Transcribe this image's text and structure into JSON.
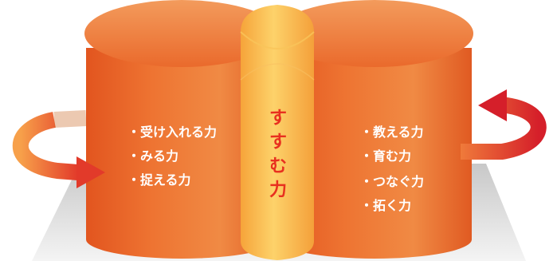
{
  "left_cylinder": {
    "items": [
      "・受け入れる力",
      "・みる力",
      "・捉える力"
    ]
  },
  "right_cylinder": {
    "items": [
      "・教える力",
      "・育む力",
      "・つなぐ力",
      "・拓く力"
    ]
  },
  "center": {
    "chars": [
      "す",
      "す",
      "む",
      "力"
    ]
  },
  "colors": {
    "orange_main": "#e8652a",
    "orange_light": "#f5a064",
    "orange_dark": "#c94d1c",
    "center_yellow": "#fbbd4a",
    "center_text": "#e8301f",
    "arrow_red": "#d81f2a"
  }
}
